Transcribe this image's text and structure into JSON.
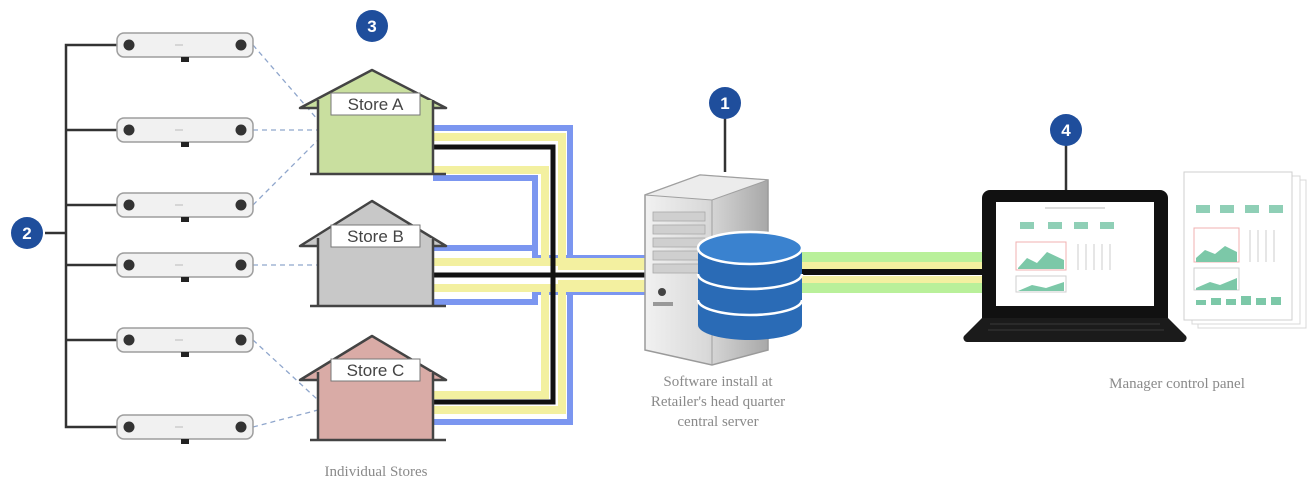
{
  "stores": [
    {
      "label": "Store A",
      "color": "#c9df9f"
    },
    {
      "label": "Store B",
      "color": "#c8c8c8"
    },
    {
      "label": "Store C",
      "color": "#d9aba6"
    }
  ],
  "badges": {
    "server": "1",
    "sensors": "2",
    "stores": "3",
    "laptop": "4"
  },
  "captions": {
    "stores": "Individual Stores",
    "server_line1": "Software install at",
    "server_line2": "Retailer's head quarter",
    "server_line3": "central server",
    "laptop": "Manager control panel"
  },
  "colors": {
    "badge": "#1f4e9c",
    "line_blue": "#7b96f0",
    "line_yellow": "#f5f2a0",
    "line_green": "#b9f09a",
    "db": "#2a6bb6"
  },
  "icons": {
    "sensor": "ceiling-people-counter-icon",
    "server": "server-tower-icon",
    "database": "database-icon",
    "laptop": "laptop-dashboard-icon",
    "report": "report-pages-icon"
  }
}
